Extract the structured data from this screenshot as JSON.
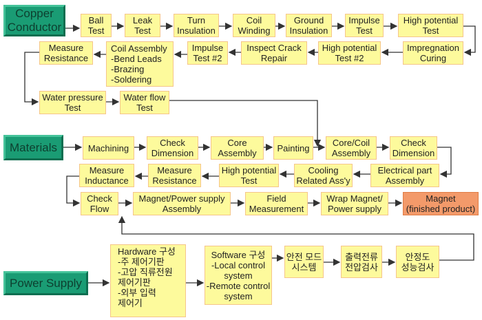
{
  "sources": {
    "copper": "Copper\nConductor",
    "materials": "Materials",
    "power": "Power Supply"
  },
  "copper_steps": {
    "ball": "Ball\nTest",
    "leak": "Leak\nTest",
    "turn": "Turn\nInsulation",
    "coil_winding": "Coil\nWinding",
    "ground": "Ground\nInsulation",
    "impulse": "Impulse\nTest",
    "hipot": "High potential\nTest",
    "impreg": "Impregnation\nCuring",
    "hipot2": "High potential\nTest #2",
    "inspect": "Inspect Crack\nRepair",
    "impulse2": "Impulse\nTest #2",
    "coil_assembly": "Coil Assembly\n  -Bend Leads\n  -Brazing\n  -Soldering",
    "measure_res": "Measure\nResistance",
    "water_pressure": "Water pressure\nTest",
    "water_flow": "Water flow\nTest"
  },
  "material_steps": {
    "machining": "Machining",
    "check_dim": "Check\nDimension",
    "core_assembly": "Core\nAssembly",
    "painting": "Painting",
    "core_coil": "Core/Coil\nAssembly",
    "check_dim2": "Check\nDimension",
    "electrical": "Electrical part\nAssembly",
    "cooling": "Cooling\nRelated Ass'y",
    "hipot": "High potential\nTest",
    "measure_res": "Measure\nResistance",
    "measure_ind": "Measure\nInductance",
    "check_flow": "Check\nFlow",
    "magnet_ps": "Magnet/Power supply\nAssembly",
    "field": "Field\nMeasurement",
    "wrap": "Wrap Magnet/\nPower supply",
    "magnet": "Magnet\n(finished product)"
  },
  "power_steps": {
    "hardware": "Hardware 구성\n  -주 제어기판\n  -고압 직류전원\n   제어기판\n  -외부 입력\n   제어기",
    "software": "Software 구성\n-Local control\nsystem\n-Remote control\nsystem",
    "safety": "안전 모드\n시스템",
    "output": "출력전류\n전압검사",
    "stability": "안정도\n성능검사"
  }
}
